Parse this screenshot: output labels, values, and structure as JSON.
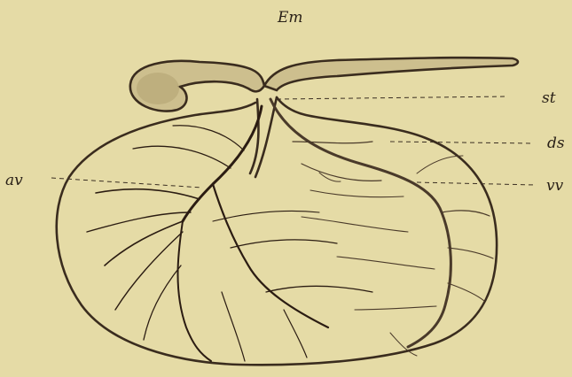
{
  "figure": {
    "labels": {
      "embryo": "Em",
      "stalk": "st",
      "sinus": "ds",
      "vein": "vv",
      "artery": "av"
    },
    "colors": {
      "background": "#e5dba6",
      "ink": "#2a2118",
      "embryo_fill": "#cdbf8e"
    }
  }
}
